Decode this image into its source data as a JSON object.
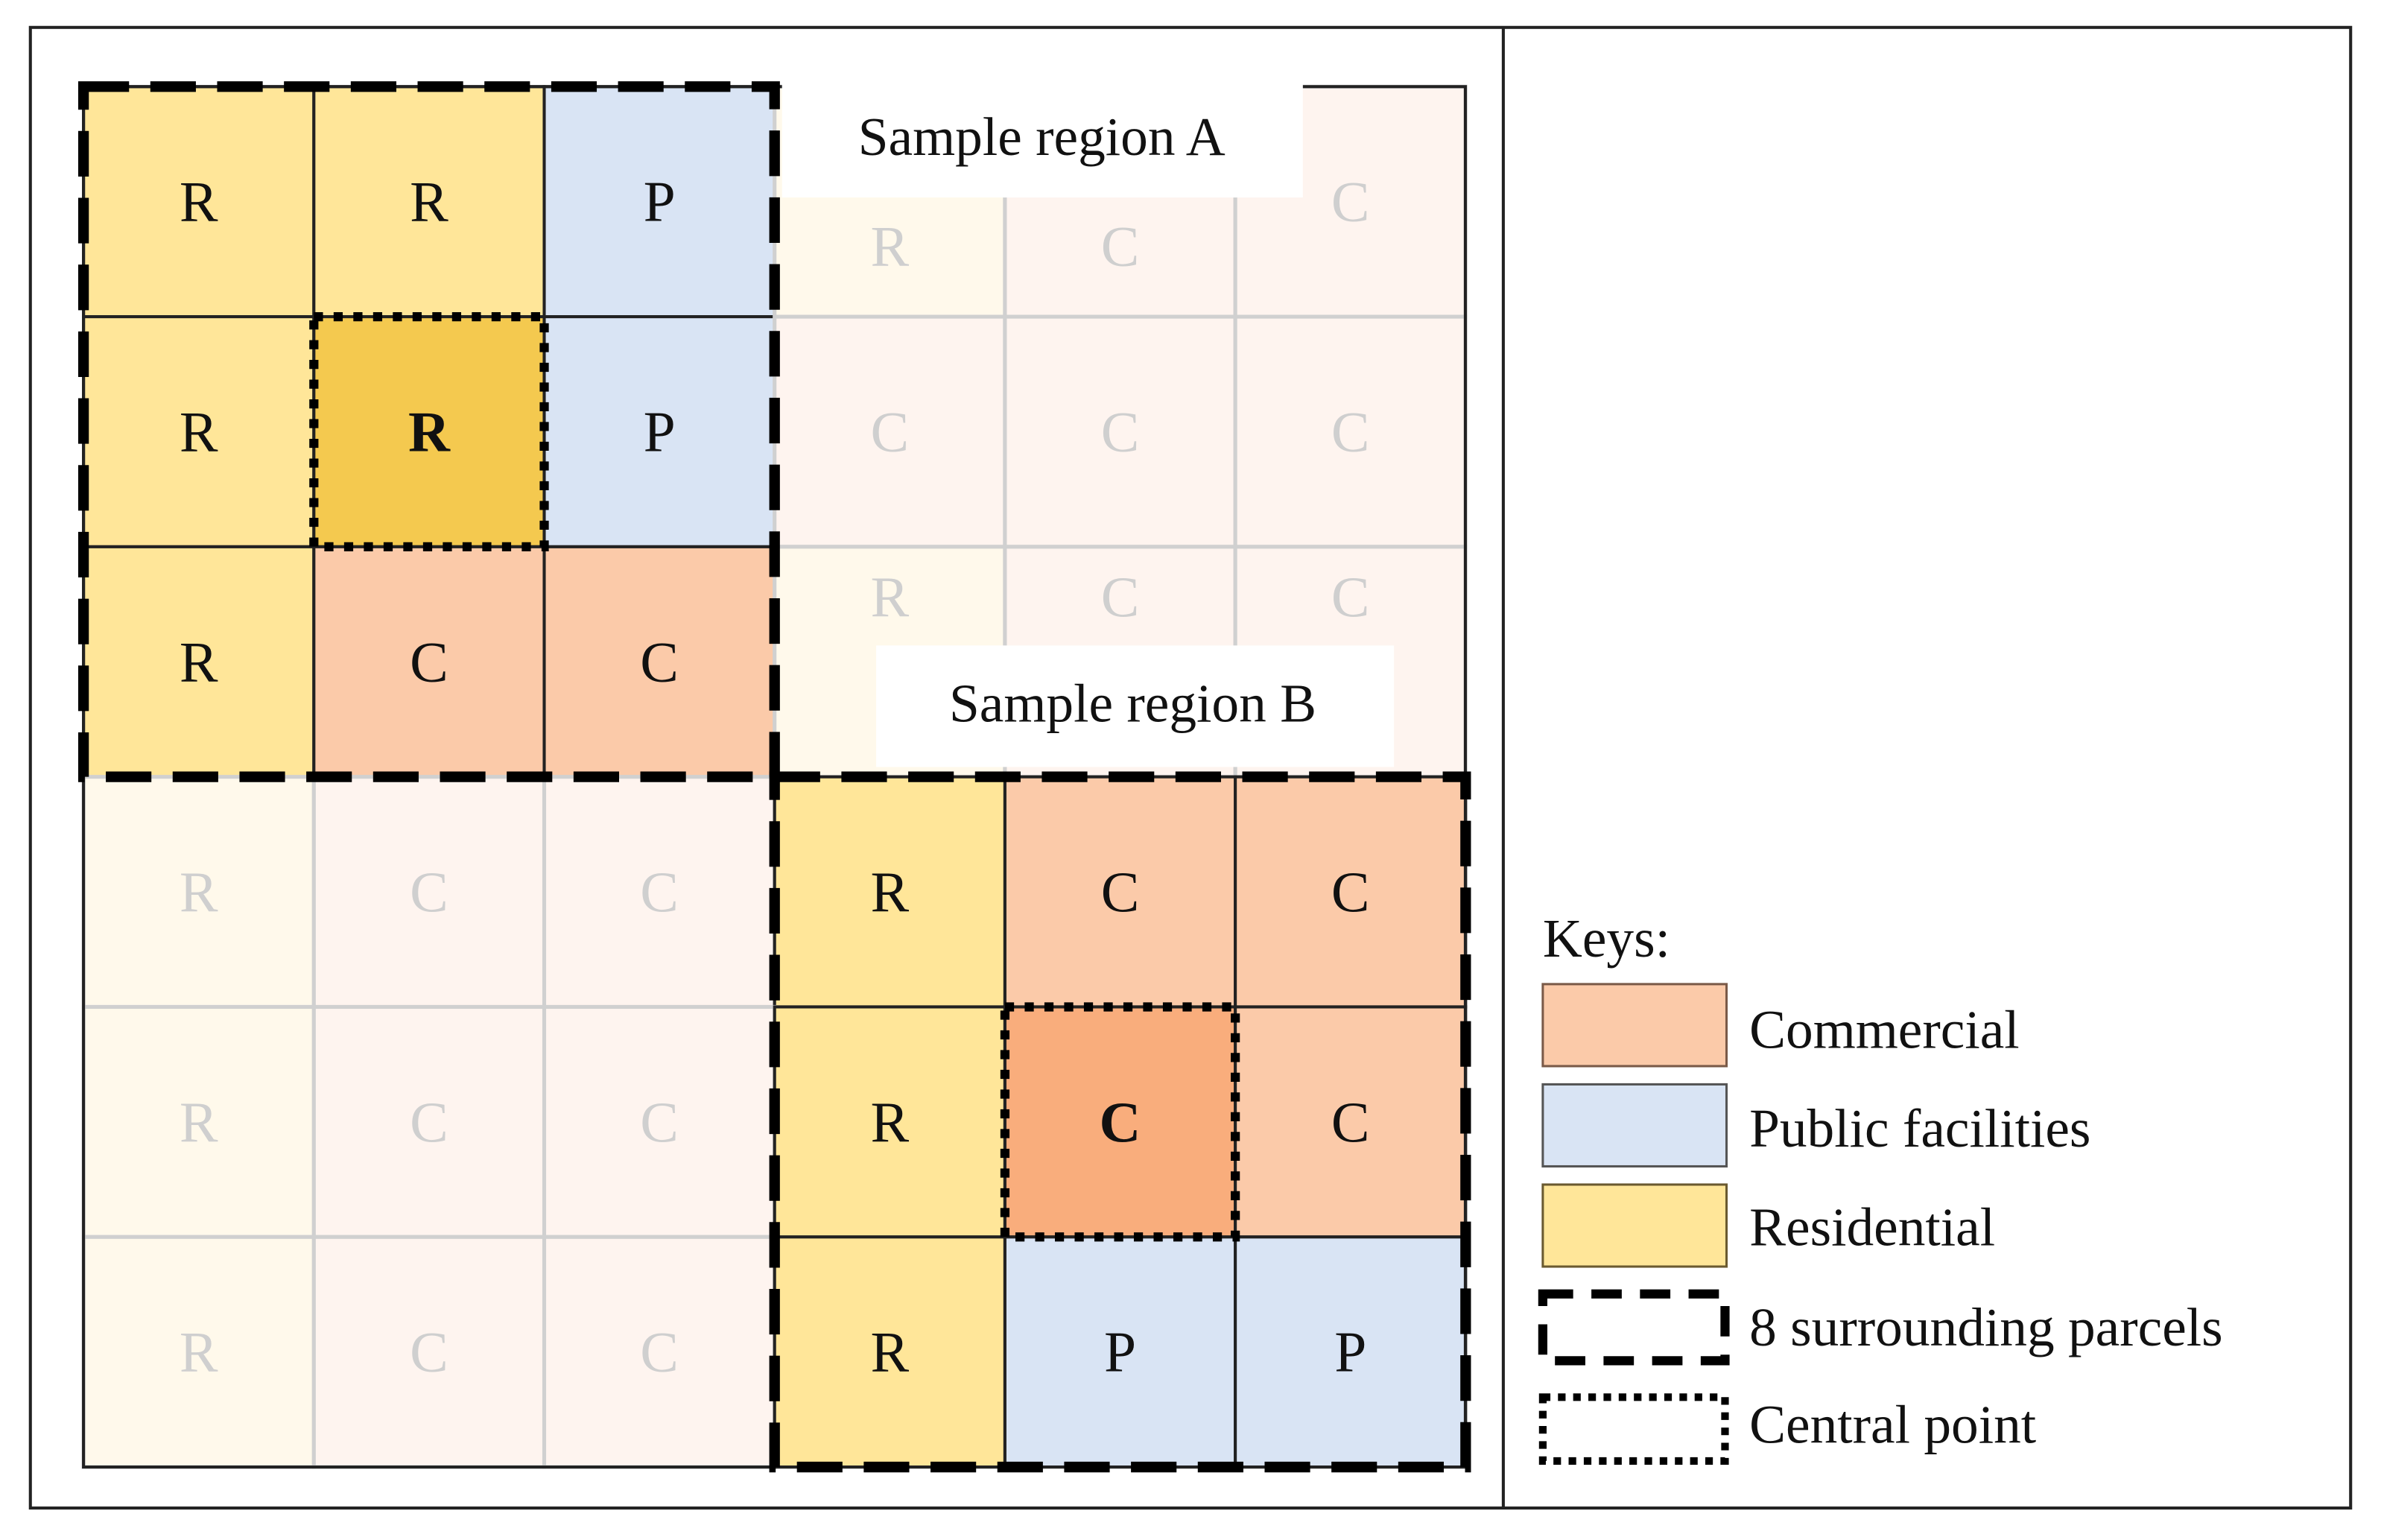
{
  "grid": [
    [
      "R",
      "R",
      "P",
      "R",
      "C",
      "C"
    ],
    [
      "R",
      "R",
      "P",
      "C",
      "C",
      "C"
    ],
    [
      "R",
      "C",
      "C",
      "R",
      "C",
      "C"
    ],
    [
      "R",
      "C",
      "C",
      "R",
      "C",
      "C"
    ],
    [
      "R",
      "C",
      "C",
      "R",
      "C",
      "C"
    ],
    [
      "R",
      "C",
      "C",
      "R",
      "P",
      "P"
    ]
  ],
  "regions": [
    {
      "label": "Sample region A",
      "rows": [
        0,
        2
      ],
      "cols": [
        0,
        2
      ],
      "center": [
        1,
        1
      ]
    },
    {
      "label": "Sample region B",
      "rows": [
        3,
        5
      ],
      "cols": [
        3,
        5
      ],
      "center": [
        4,
        4
      ]
    }
  ],
  "colors": {
    "R": "#FFE699",
    "C": "#FBCAA9",
    "P": "#D9E4F4",
    "R_faded": "#FFF9EB",
    "C_faded": "#FEF4EF",
    "P_faded": "#F4F7FC",
    "R_center": "#F4C94F",
    "C_center": "#F9AD7C"
  },
  "legend": {
    "title": "Keys:",
    "items": [
      {
        "label": "Commercial",
        "type": "swatch",
        "color": "#FBCAA9"
      },
      {
        "label": "Public facilities",
        "type": "swatch",
        "color": "#D9E4F4"
      },
      {
        "label": "Residential",
        "type": "swatch",
        "color": "#FFE699"
      },
      {
        "label": "8 surrounding parcels",
        "type": "dashed"
      },
      {
        "label": "Central point",
        "type": "dotted"
      }
    ]
  }
}
